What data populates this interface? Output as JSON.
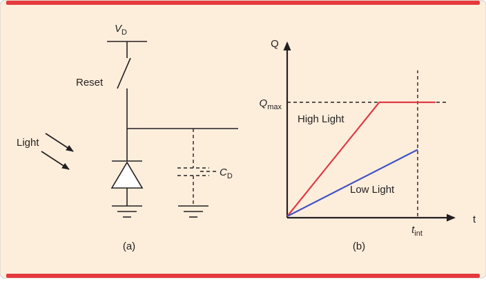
{
  "figure": {
    "background_color": "#fdeedc",
    "accent_bar_color": "#e5393d",
    "ink_color": "#231f20",
    "caption_a": "(a)",
    "caption_b": "(b)"
  },
  "circuit": {
    "supply_label": {
      "base": "V",
      "sub": "D"
    },
    "reset_label": "Reset",
    "light_label": "Light",
    "capacitor_label": {
      "base": "C",
      "sub": "D"
    }
  },
  "chart": {
    "y_axis_label": "Q",
    "x_axis_label": "t",
    "qmax_label": {
      "base": "Q",
      "sub": "max"
    },
    "tint_label": {
      "base": "t",
      "sub": "int"
    }
  },
  "chart_data": {
    "type": "line",
    "title": "",
    "xlabel": "t",
    "ylabel": "Q",
    "x_range": [
      0,
      1
    ],
    "y_range": [
      0,
      1.28
    ],
    "grid": false,
    "legend_position": "inline",
    "series": [
      {
        "name": "High Light",
        "color": "#de3a46",
        "points": [
          [
            0,
            0
          ],
          [
            0.54,
            1.0
          ],
          [
            0.87,
            1.0
          ]
        ]
      },
      {
        "name": "Low Light",
        "color": "#4353c3",
        "points": [
          [
            0,
            0
          ],
          [
            0.765,
            0.585
          ]
        ]
      }
    ],
    "annotations": [
      {
        "type": "hline",
        "label": "Q_max",
        "y": 1.0,
        "style": "dashed",
        "span": 0.94
      },
      {
        "type": "vline",
        "label": "t_int",
        "x": 0.765,
        "style": "dashed",
        "y_top": 1.28
      }
    ]
  }
}
